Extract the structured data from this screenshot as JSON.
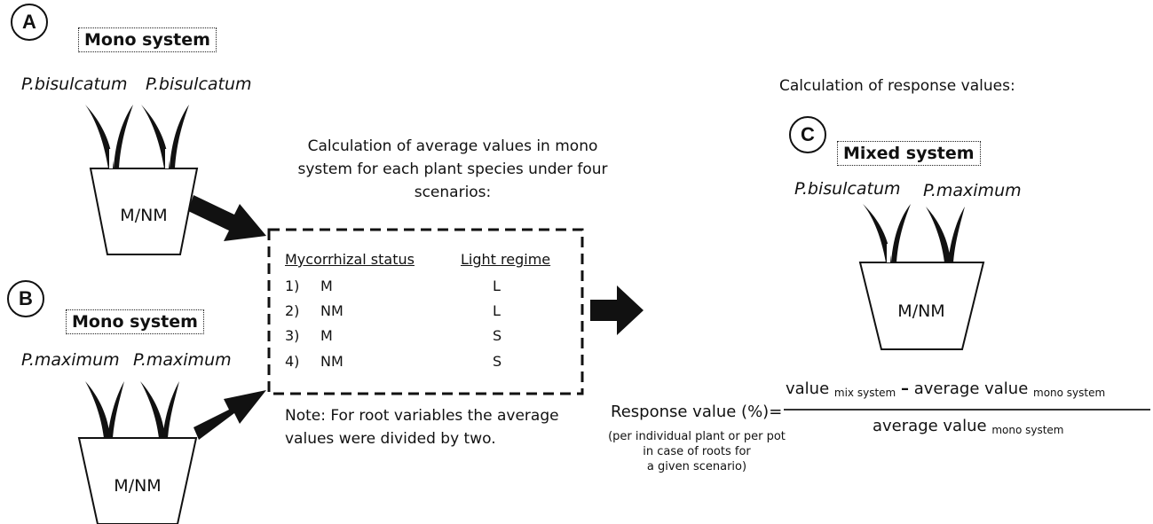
{
  "panel_a": {
    "letter": "A",
    "label": "Mono system",
    "species_left": "P.bisulcatum",
    "species_right": "P.bisulcatum",
    "pot_label": "M/NM"
  },
  "panel_b": {
    "letter": "B",
    "label": "Mono system",
    "species_left": "P.maximum",
    "species_right": "P.maximum",
    "pot_label": "M/NM"
  },
  "middle": {
    "heading_line1": "Calculation of average values in mono",
    "heading_line2": "system for each plant species under four",
    "heading_line3": "scenarios:",
    "col_status": "Mycorrhizal status",
    "col_light": "Light regime",
    "rows": [
      {
        "num": "1)",
        "status": "M",
        "light": "L"
      },
      {
        "num": "2)",
        "status": "NM",
        "light": "L"
      },
      {
        "num": "3)",
        "status": "M",
        "light": "S"
      },
      {
        "num": "4)",
        "status": "NM",
        "light": "S"
      }
    ],
    "note_line1": "Note: For root variables the average",
    "note_line2": "values were divided by two."
  },
  "panel_c": {
    "heading": "Calculation of response values:",
    "letter": "C",
    "label": "Mixed system",
    "species_left": "P.bisulcatum",
    "species_right": "P.maximum",
    "pot_label": "M/NM"
  },
  "formula": {
    "lhs": "Response value (%)=",
    "num_value": "value",
    "num_sub_mix": "mix system",
    "num_minus": "–",
    "num_avg": "average value",
    "num_sub_mono": "mono system",
    "den_avg": "average value",
    "den_sub_mono": "mono system",
    "note_line1": "(per individual plant or per pot",
    "note_line2": "in case of roots for",
    "note_line3": "a given scenario)"
  }
}
